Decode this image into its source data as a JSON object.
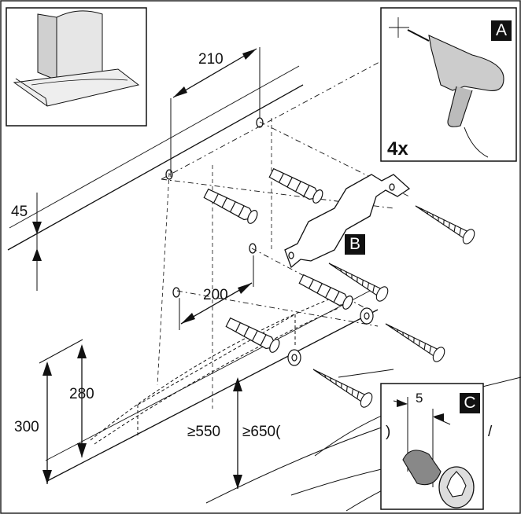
{
  "dimensions": {
    "d210": "210",
    "d45": "45",
    "d200": "200",
    "d280": "280",
    "d300": "300",
    "d550": "≥550",
    "d650": "≥650(",
    "d5": "5"
  },
  "panels": {
    "a_badge": "A",
    "a_count": "4x",
    "b_badge": "B",
    "c_badge": "C"
  },
  "stray_marks": {
    "paren_right": ")",
    "slash": "/"
  }
}
